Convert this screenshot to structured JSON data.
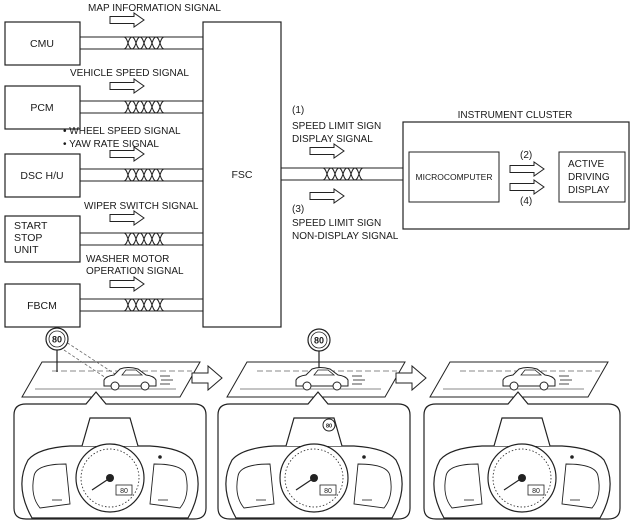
{
  "blocks": {
    "cmu": "CMU",
    "pcm": "PCM",
    "dsc": "DSC H/U",
    "start_stop": [
      "START",
      "STOP",
      "UNIT"
    ],
    "fbcm": "FBCM",
    "fsc": "FSC",
    "cluster_title": "INSTRUMENT CLUSTER",
    "microcomputer": "MICROCOMPUTER",
    "active_display": [
      "ACTIVE",
      "DRIVING",
      "DISPLAY"
    ]
  },
  "signals": {
    "map": "MAP INFORMATION SIGNAL",
    "vehicle_speed": "VEHICLE SPEED SIGNAL",
    "wheel_speed": "• WHEEL SPEED SIGNAL",
    "yaw_rate": "• YAW RATE SIGNAL",
    "wiper": "WIPER SWITCH SIGNAL",
    "washer": [
      "WASHER MOTOR",
      "OPERATION SIGNAL"
    ],
    "display_num": "(1)",
    "display": [
      "SPEED LIMIT SIGN",
      "DISPLAY SIGNAL"
    ],
    "non_display_num": "(3)",
    "non_display": [
      "SPEED LIMIT SIGN",
      "NON-DISPLAY SIGNAL"
    ],
    "arrow2": "(2)",
    "arrow4": "(4)"
  },
  "scenes": {
    "sign_value": "80",
    "cluster_readout": "80"
  }
}
